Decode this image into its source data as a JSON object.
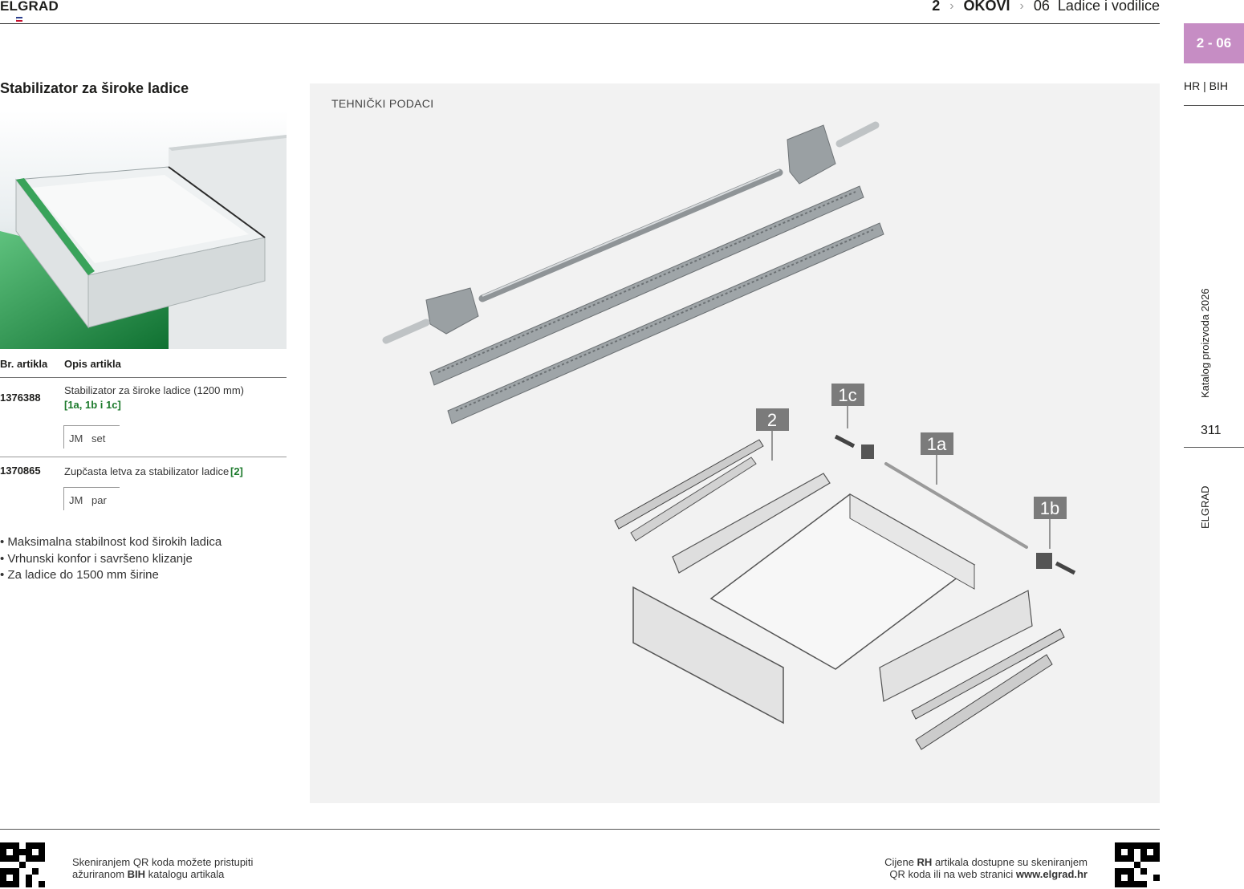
{
  "header": {
    "brand": "ELGRAD",
    "crumb_num": "2",
    "crumb_section": "OKOVI",
    "crumb_sub_num": "06",
    "crumb_sub": "Ladice i vodilice"
  },
  "side": {
    "tab": "2 - 06",
    "lang": "HR | BIH",
    "catalog": "Katalog proizvoda 2026",
    "page": "311",
    "brand_vertical": "ELGRAD"
  },
  "product": {
    "title": "Stabilizator za široke ladice",
    "table_headers": [
      "Br. artikla",
      "Opis artikla"
    ],
    "items": [
      {
        "code": "1376388",
        "description": "Stabilizator za široke ladice (1200 mm)",
        "ref": "[1a, 1b i 1c]",
        "unit_label": "JM",
        "unit": "set"
      },
      {
        "code": "1370865",
        "description": "Zupčasta letva za stabilizator ladice",
        "ref": "[2]",
        "unit_label": "JM",
        "unit": "par"
      }
    ],
    "bullets": [
      "• Maksimalna stabilnost kod širokih ladica",
      "• Vrhunski konfor i savršeno klizanje",
      "• Za ladice do 1500 mm širine"
    ]
  },
  "technical": {
    "heading": "TEHNIČKI PODACI",
    "labels": [
      "1c",
      "2",
      "1a",
      "1b"
    ]
  },
  "footer": {
    "left_line1": "Skeniranjem QR koda možete pristupiti",
    "left_line2_a": "ažuriranom ",
    "left_line2_b": "BIH",
    "left_line2_c": " katalogu artikala",
    "right_line1_a": "Cijene ",
    "right_line1_b": "RH",
    "right_line1_c": " artikala dostupne su skeniranjem",
    "right_line2_a": "QR koda ili na web stranici ",
    "right_line2_b": "www.elgrad.hr"
  },
  "colors": {
    "accent_tab": "#c68dc4",
    "ref_green": "#1c7a2c",
    "panel_bg": "#f2f2f2"
  }
}
